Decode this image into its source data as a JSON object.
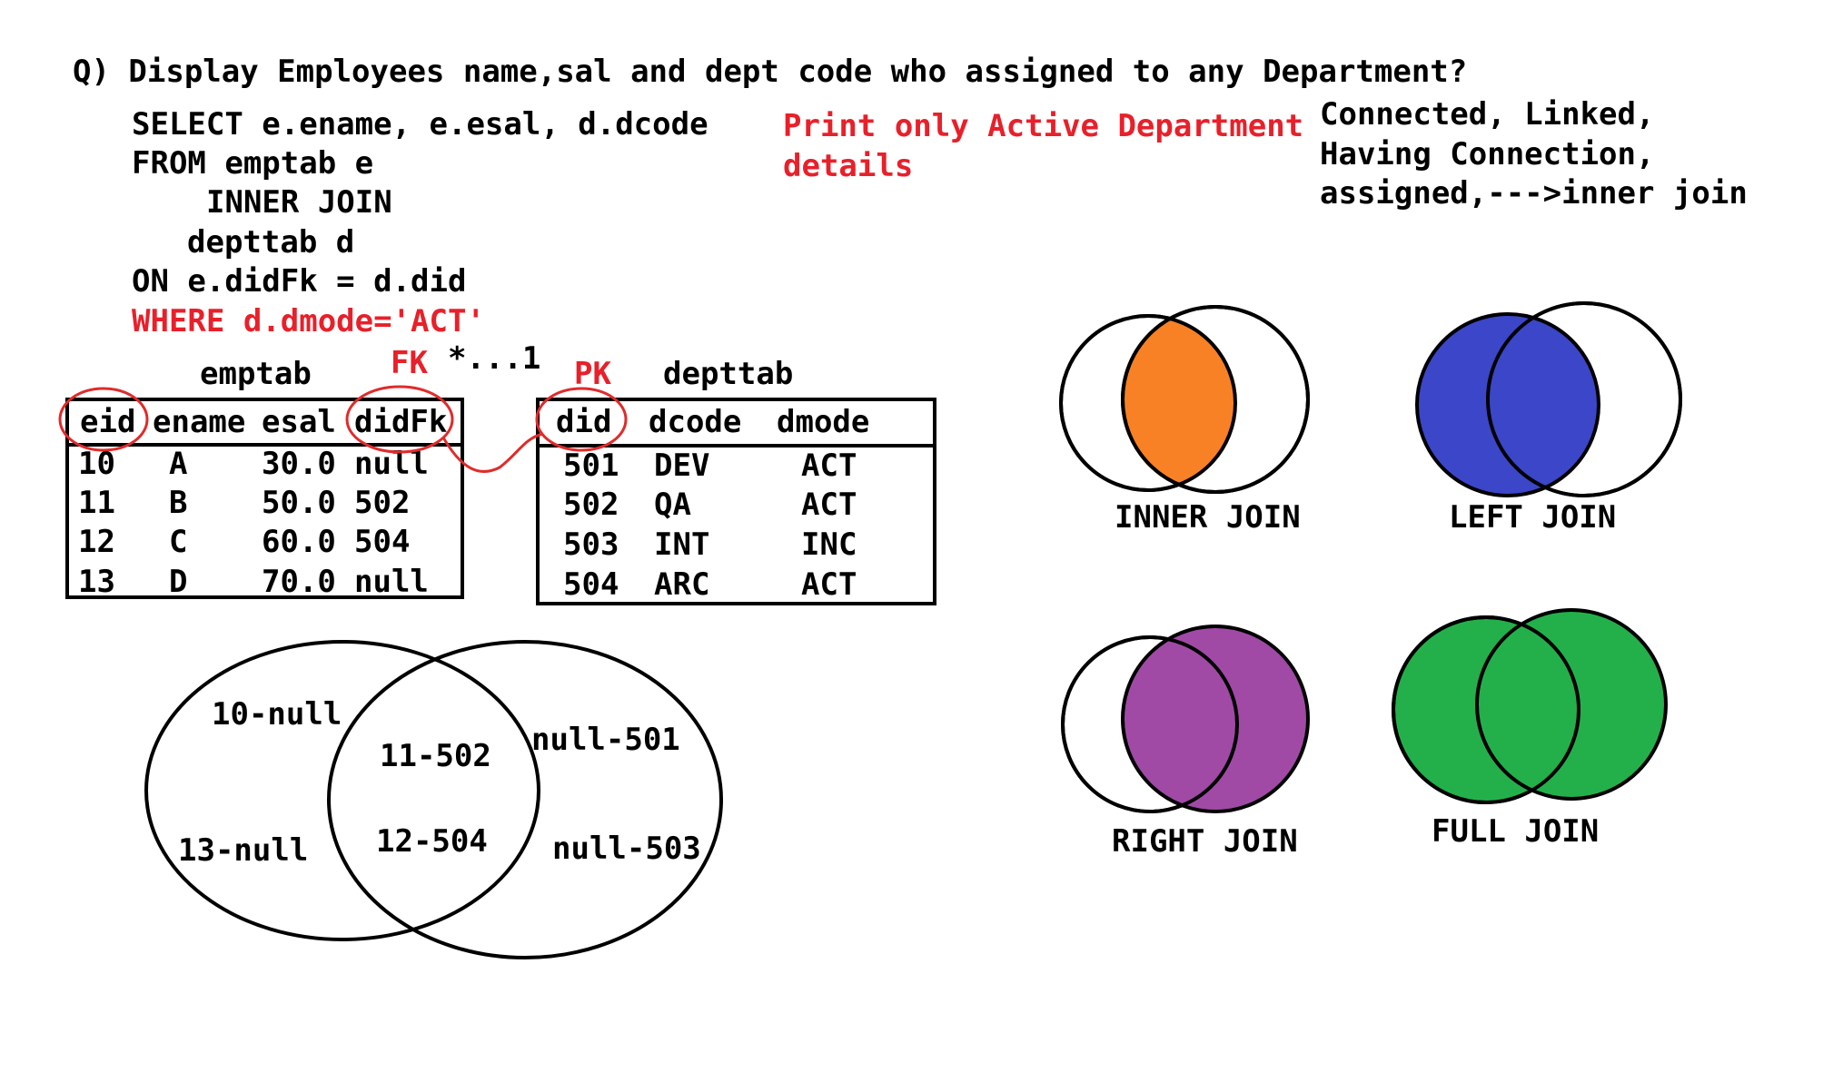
{
  "question": "Q) Display Employees name,sal and dept code who assigned to any Department?",
  "query": {
    "line1": "SELECT e.ename, e.esal, d.dcode",
    "line2": "FROM emptab e",
    "line3": "INNER JOIN",
    "line4": "depttab d",
    "line5": "ON e.didFk = d.did",
    "line6": "WHERE d.dmode='ACT'"
  },
  "note_red": {
    "line1": "Print only Active Department",
    "line2": "details"
  },
  "note_black": {
    "line1": "Connected, Linked,",
    "line2": "Having Connection,",
    "line3": "assigned,--->inner join"
  },
  "emptab": {
    "title": "emptab",
    "headers": [
      "eid",
      "ename",
      "esal",
      "didFk"
    ],
    "rows": [
      [
        "10",
        "A",
        "30.0",
        "null"
      ],
      [
        "11",
        "B",
        "50.0",
        "502"
      ],
      [
        "12",
        "C",
        "60.0",
        "504"
      ],
      [
        "13",
        "D",
        "70.0",
        "null"
      ]
    ]
  },
  "depttab": {
    "title": "depttab",
    "headers": [
      "did",
      "dcode",
      "dmode"
    ],
    "rows": [
      [
        "501",
        "DEV",
        "ACT"
      ],
      [
        "502",
        "QA",
        "ACT"
      ],
      [
        "503",
        "INT",
        "INC"
      ],
      [
        "504",
        "ARC",
        "ACT"
      ]
    ]
  },
  "relation": {
    "fk": "FK",
    "pk": "PK",
    "cardinality": "*...1"
  },
  "venn_values": {
    "left_only_top": "10-null",
    "left_only_bottom": "13-null",
    "both_top": "11-502",
    "both_bottom": "12-504",
    "right_only_top": "null-501",
    "right_only_bottom": "null-503"
  },
  "joins": {
    "inner": {
      "label": "INNER JOIN",
      "color": "#f98125"
    },
    "left": {
      "label": "LEFT JOIN",
      "color": "#3b46c9"
    },
    "right": {
      "label": "RIGHT JOIN",
      "color": "#a04aa6"
    },
    "full": {
      "label": "FULL JOIN",
      "color": "#23b04b"
    }
  }
}
